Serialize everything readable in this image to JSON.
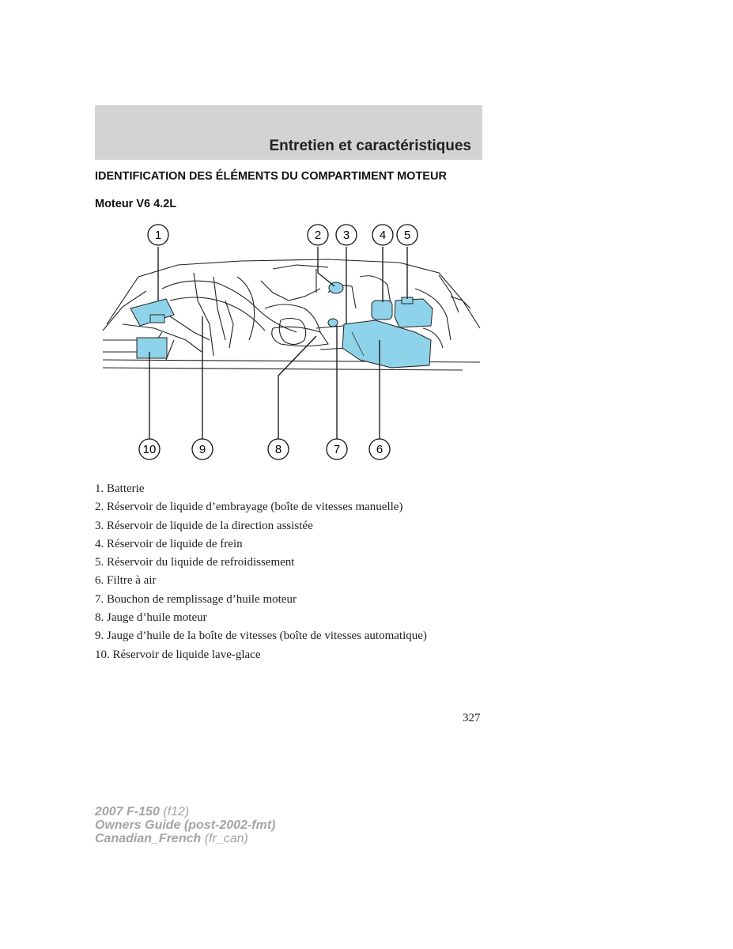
{
  "header": {
    "title": "Entretien et caractéristiques"
  },
  "section_title": "IDENTIFICATION DES ÉLÉMENTS DU COMPARTIMENT MOTEUR",
  "engine_title": "Moteur V6 4.2L",
  "callouts": {
    "c1": "1",
    "c2": "2",
    "c3": "3",
    "c4": "4",
    "c5": "5",
    "c6": "6",
    "c7": "7",
    "c8": "8",
    "c9": "9",
    "c10": "10"
  },
  "legend": [
    "1. Batterie",
    "2. Réservoir de liquide d’embrayage (boîte de vitesses manuelle)",
    "3. Réservoir de liquide de la direction assistée",
    "4. Réservoir de liquide de frein",
    "5. Réservoir du liquide de refroidissement",
    "6. Filtre à air",
    "7. Bouchon de remplissage d’huile moteur",
    "8. Jauge d’huile moteur",
    "9. Jauge d’huile de la boîte de vitesses (boîte de vitesses automatique)",
    "10. Réservoir de liquide lave-glace"
  ],
  "page_number": "327",
  "footer": {
    "model": "2007 F-150",
    "model_code": "(f12)",
    "guide": "Owners Guide (post-2002-fmt)",
    "language": "Canadian_French",
    "language_code": "(fr_can)"
  },
  "colors": {
    "header_band": "#d3d3d3",
    "highlight": "#8fd3ea",
    "footer_text": "#a4a4a4"
  }
}
